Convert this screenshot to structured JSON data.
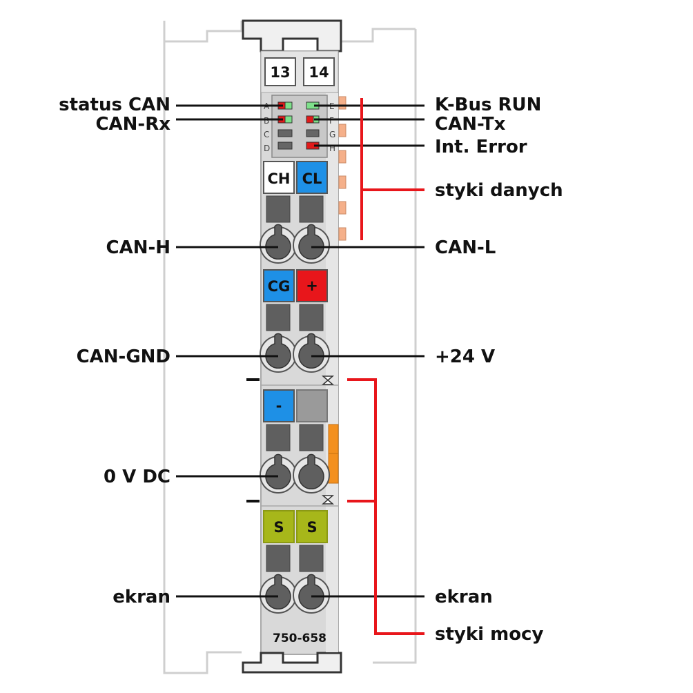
{
  "module": {
    "model": "750-658",
    "top_markers": [
      "13",
      "14"
    ],
    "led_letters_left": [
      "A",
      "B",
      "C",
      "D"
    ],
    "led_letters_right": [
      "E",
      "F",
      "G",
      "H"
    ]
  },
  "tags": {
    "ch": "CH",
    "cl": "CL",
    "cg": "CG",
    "plus": "+",
    "minus": "-",
    "s1": "S",
    "s2": "S"
  },
  "labels_left": {
    "status_can": "status CAN",
    "can_rx": "CAN-Rx",
    "can_h": "CAN-H",
    "can_gnd": "CAN-GND",
    "zero_v_dc": "0 V DC",
    "ekran": "ekran"
  },
  "labels_right": {
    "kbus_run": "K-Bus RUN",
    "can_tx": "CAN-Tx",
    "int_error": "Int. Error",
    "styki_danych": "styki danych",
    "can_l": "CAN-L",
    "plus_24v": "+24 V",
    "ekran": "ekran",
    "styki_mocy": "styki mocy"
  },
  "colors": {
    "body": "#d9d9d9",
    "outline": "#a9a9a9",
    "blue_tag": "#1e90e6",
    "red_tag": "#e8161b",
    "olive_tag": "#a7b71a",
    "led_green": "#7de08a",
    "led_red": "#e01a1a",
    "red_line": "#e8161b",
    "orange_contact": "#f5b08a",
    "orange_bar": "#f3901e",
    "terminal": "#5f5f5f"
  }
}
